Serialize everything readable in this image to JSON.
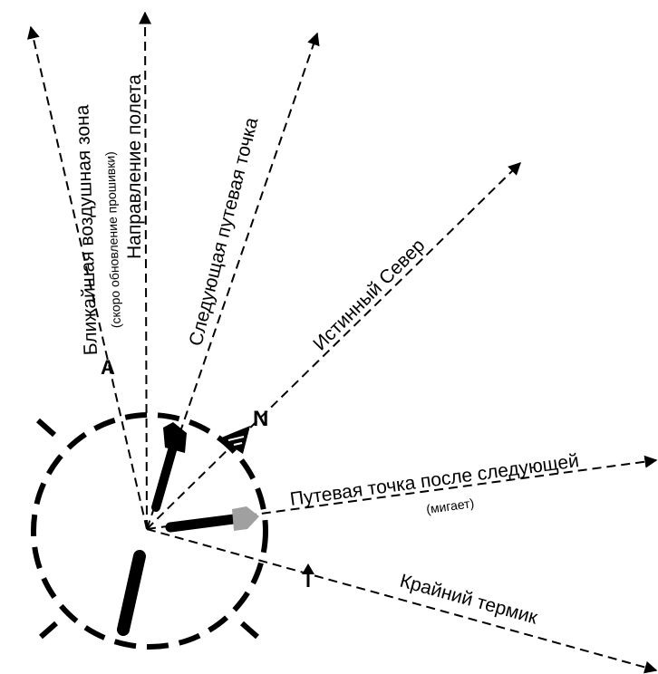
{
  "labels": {
    "nearest_airspace": "Ближайшая воздушная зона",
    "firmware_note": "(скоро обновление прошивки)",
    "flight_direction": "Направление полета",
    "next_waypoint": "Следующая путевая точка",
    "true_north": "Истинный Север",
    "waypoint_after_next": "Путевая точка после следующей",
    "blinking_note": "(мигает)",
    "last_thermal": "Крайний термик"
  },
  "markers": {
    "airspace_letter": "A",
    "north_letter": "N"
  },
  "icons": {
    "airspace": "airspace-marker-icon",
    "north": "north-triangle-icon",
    "thermal": "thermal-arrow-icon"
  },
  "colors": {
    "ink": "#000000",
    "blink_pointer": "#a0a0a0"
  }
}
